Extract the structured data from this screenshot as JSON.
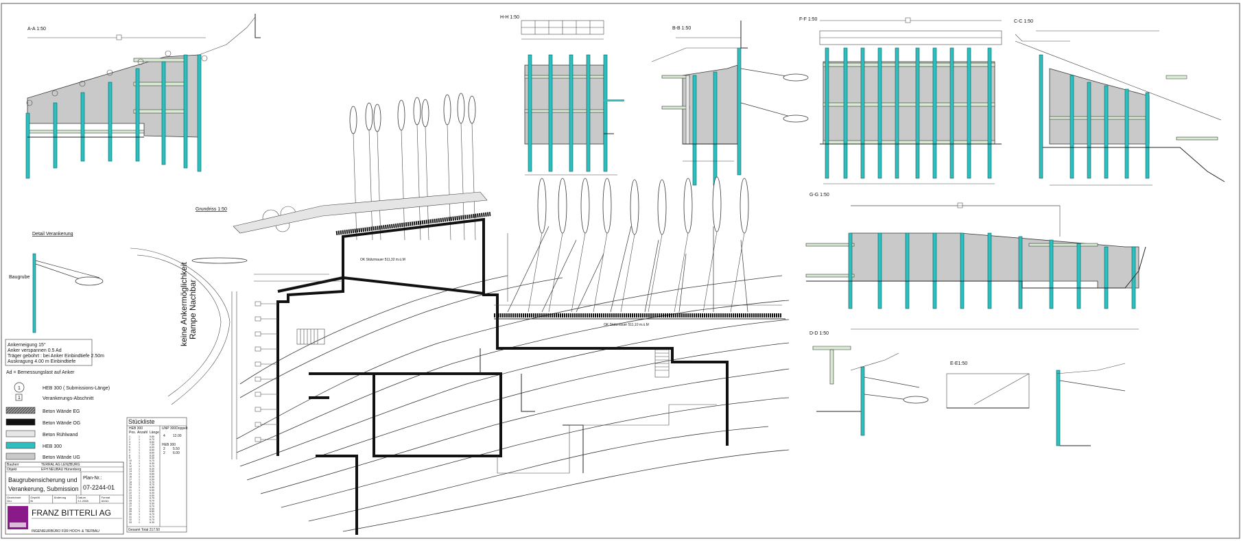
{
  "sections": {
    "aa": "A-A 1:50",
    "hh": "H-H 1:50",
    "bb": "B-B 1:50",
    "ff": "F-F 1:50",
    "cc": "C-C 1:50",
    "gg": "G-G 1:50",
    "dd": "D-D 1:50",
    "ee": "E-E1:50",
    "grundriss": "Grundriss 1:50"
  },
  "detail": {
    "title": "Detail Verankerung",
    "baugrube": "Baugrube"
  },
  "annotations": {
    "ankermoeglichkeit_1": "keine Ankermöglichkeit",
    "ankermoeglichkeit_2": "Rampe Nachbar",
    "ok_erd": "OK Stützmauer 511,10 m.ü.M",
    "ok_og": "OK Stützmauer 511,32 m.ü.M"
  },
  "anker_notes": [
    "Ankerneigung  15°",
    "Anker verspannen 0.5  Ad",
    "Träger gebohrt : bei Anker Einbindtiefe 2.50m",
    "Auskragung 4.00 m Einbindtiefe"
  ],
  "legend": {
    "ad_note": "Ad  =  Bemessungslast  auf Anker",
    "items": [
      {
        "symbol": "1",
        "shape": "circle",
        "label": "HEB 300 ( Submissions-Länge)"
      },
      {
        "symbol": "1",
        "shape": "square",
        "label": "Verankerungs-Abschnitt"
      },
      {
        "symbol": "",
        "shape": "hatch",
        "label": "Beton Wände EG",
        "color": "#8a8a8a"
      },
      {
        "symbol": "",
        "shape": "fill",
        "label": "Beton Wände OG",
        "color": "#111111"
      },
      {
        "symbol": "",
        "shape": "fill",
        "label": "Beton Rühlwand",
        "color": "#e6e6e6"
      },
      {
        "symbol": "",
        "shape": "fill",
        "label": "HEB 300",
        "color": "#2fbdbd"
      },
      {
        "symbol": "",
        "shape": "fill",
        "label": "Beton Wände UG",
        "color": "#c9c9c9"
      }
    ]
  },
  "stueckliste": {
    "title": "Stückliste",
    "heb_header": "HEB 300",
    "unp_header": "UNP 300Doppelt",
    "col_headers": [
      "Pos.",
      "Anzahl",
      "Länge"
    ],
    "rows": [
      [
        "1",
        "1",
        "5.80"
      ],
      [
        "2",
        "1",
        "6.70"
      ],
      [
        "3",
        "1",
        "5.50"
      ],
      [
        "4",
        "1",
        "7.50"
      ],
      [
        "5",
        "1",
        "8.60"
      ],
      [
        "6",
        "1",
        "8.60"
      ],
      [
        "7",
        "1",
        "8.60"
      ],
      [
        "8",
        "1",
        "8.30"
      ],
      [
        "9",
        "1",
        "8.30"
      ],
      [
        "10",
        "1",
        "6.70"
      ],
      [
        "11",
        "1",
        "6.30"
      ],
      [
        "12",
        "1",
        "6.70"
      ],
      [
        "13",
        "1",
        "6.30"
      ],
      [
        "14",
        "1",
        "6.80"
      ],
      [
        "15",
        "1",
        "6.80"
      ],
      [
        "16",
        "1",
        "6.50"
      ],
      [
        "17",
        "1",
        "6.50"
      ],
      [
        "18",
        "1",
        "6.70"
      ],
      [
        "19",
        "1",
        "6.70"
      ],
      [
        "20",
        "1",
        "6.80"
      ],
      [
        "21",
        "1",
        "6.50"
      ],
      [
        "22",
        "1",
        "6.30"
      ],
      [
        "23",
        "1",
        "6.50"
      ],
      [
        "24",
        "1",
        "6.70"
      ],
      [
        "25",
        "1",
        "6.70"
      ],
      [
        "26",
        "1",
        "6.50"
      ],
      [
        "27",
        "1",
        "6.70"
      ],
      [
        "28",
        "1",
        "6.50"
      ],
      [
        "29",
        "1",
        "6.50"
      ],
      [
        "30",
        "1",
        "6.70"
      ],
      [
        "31",
        "1",
        "6.70"
      ],
      [
        "32",
        "1",
        "6.70"
      ],
      [
        "33",
        "1",
        "6.30"
      ]
    ],
    "unp_rows": [
      [
        "4",
        "12.00"
      ],
      [
        "2",
        "5.50"
      ],
      [
        "2",
        "6.00"
      ]
    ],
    "unp_sub": "HEB 300",
    "total": "Gesamt Total  217.50"
  },
  "titleblock": {
    "bauherr_label": "Bauherr",
    "bauherr": "TERRAL AG  LENZBURG",
    "objekt_label": "Objekt",
    "objekt": "EFH  NEUBAU  Hünenberg",
    "title_1": "Baugrubensicherung und",
    "title_2": "Verankerung, Submission",
    "plan_label": "Plan-Nr.:",
    "plan_no": "07-2244-01",
    "meta_headers": [
      "Gezeichnet",
      "Geprüft",
      "Änderung",
      "Datum",
      "Format"
    ],
    "meta_values": [
      "Gru",
      "Bi",
      "",
      "3.1.2008",
      "A0/A1"
    ],
    "company_1": "FRANZ  BITTERLI  AG",
    "company_2": "INGENIEURBÜRO FÜR  HOCH- & TIEFBAU"
  }
}
